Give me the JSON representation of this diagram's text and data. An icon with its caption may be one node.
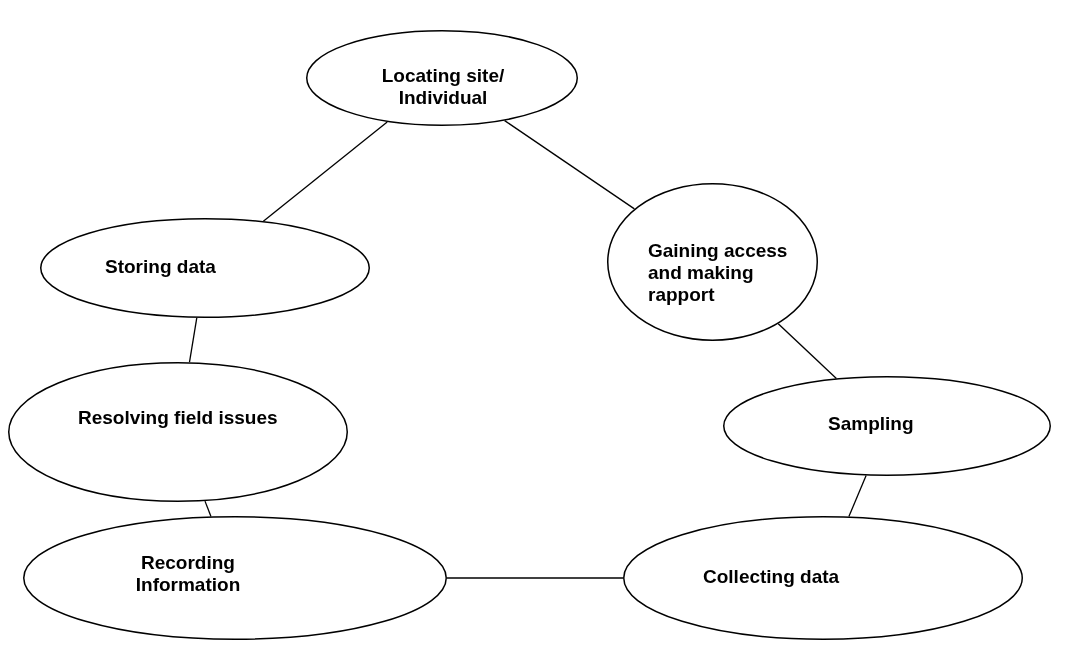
{
  "diagram": {
    "nodes": [
      {
        "text": [
          "Locating site/ Individual"
        ]
      },
      {
        "text": [
          "Gaining access and making rapport"
        ]
      },
      {
        "text": [
          "Sampling"
        ]
      },
      {
        "text": [
          "Collecting data"
        ]
      },
      {
        "text": [
          "Recording Information"
        ]
      },
      {
        "text": [
          "Resolving field issues"
        ]
      },
      {
        "text": [
          "Storing data"
        ]
      }
    ],
    "edges": [
      {
        "from": 0,
        "to": 1,
        "arrow": "none"
      },
      {
        "from": 1,
        "to": 2,
        "arrow": "none"
      },
      {
        "from": 2,
        "to": 3,
        "arrow": "none"
      },
      {
        "from": 3,
        "to": 4,
        "arrow": "none"
      },
      {
        "from": 4,
        "to": 5,
        "arrow": "none"
      },
      {
        "from": 5,
        "to": 6,
        "arrow": "none"
      },
      {
        "from": 6,
        "to": 0,
        "arrow": "none"
      }
    ]
  }
}
